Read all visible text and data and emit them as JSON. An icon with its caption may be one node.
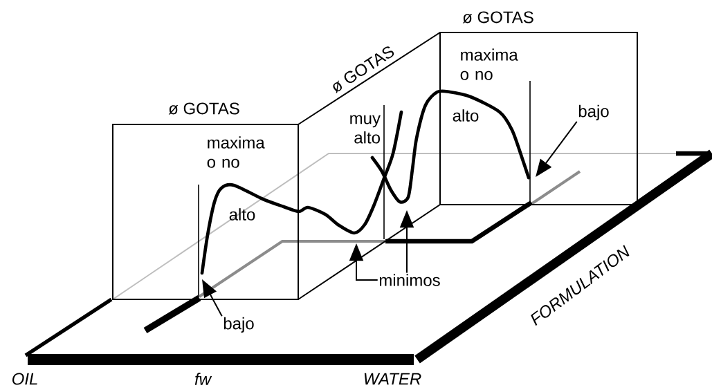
{
  "diagram": {
    "nodes": [
      {
        "text": [
          "bajo"
        ]
      },
      {
        "text": [
          "bajo"
        ]
      },
      {
        "text": [
          "minimos"
        ]
      }
    ],
    "edges": [
      {
        "from": 0,
        "to": null,
        "arrow": "to"
      },
      {
        "from": 1,
        "to": null,
        "arrow": "to"
      },
      {
        "from": 2,
        "to": null,
        "arrow": "to"
      },
      {
        "from": 2,
        "to": null,
        "arrow": "to"
      }
    ],
    "labels": [
      "ø GOTAS",
      "ø GOTAS",
      "ø GOTAS",
      "maxima o no",
      "muy alto",
      "maxima o no",
      "alto",
      "alto",
      "OIL",
      "fw",
      "WATER",
      "FORMULATION"
    ]
  }
}
